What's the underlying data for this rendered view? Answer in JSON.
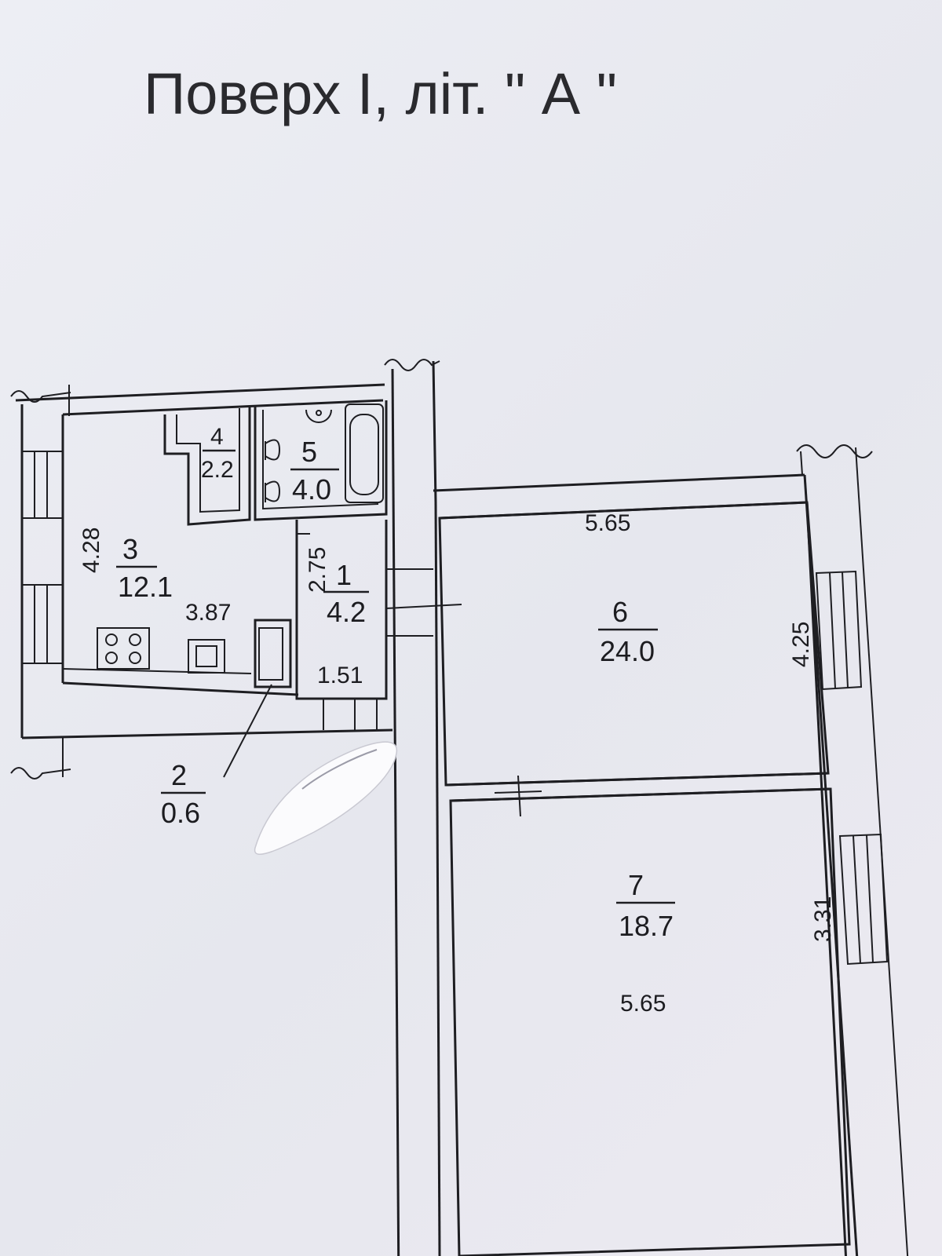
{
  "plan": {
    "title": "Поверх І, літ. \" А \"",
    "rooms": [
      {
        "id": "room-1",
        "number": "1",
        "area": "4.2"
      },
      {
        "id": "room-2",
        "number": "2",
        "area": "0.6"
      },
      {
        "id": "room-3",
        "number": "3",
        "area": "12.1"
      },
      {
        "id": "room-4",
        "number": "4",
        "area": "2.2"
      },
      {
        "id": "room-5",
        "number": "5",
        "area": "4.0"
      },
      {
        "id": "room-6",
        "number": "6",
        "area": "24.0"
      },
      {
        "id": "room-7",
        "number": "7",
        "area": "18.7"
      }
    ],
    "dimensions": {
      "room3_height": "4.28",
      "room3_width": "3.87",
      "room1_height": "2.75",
      "room1_width": "1.51",
      "room6_width": "5.65",
      "room6_height": "4.25",
      "room7_height": "3.31",
      "room7_width": "5.65"
    },
    "colors": {
      "ink": "#1e1e22",
      "paper": "#e9eaf1"
    }
  }
}
